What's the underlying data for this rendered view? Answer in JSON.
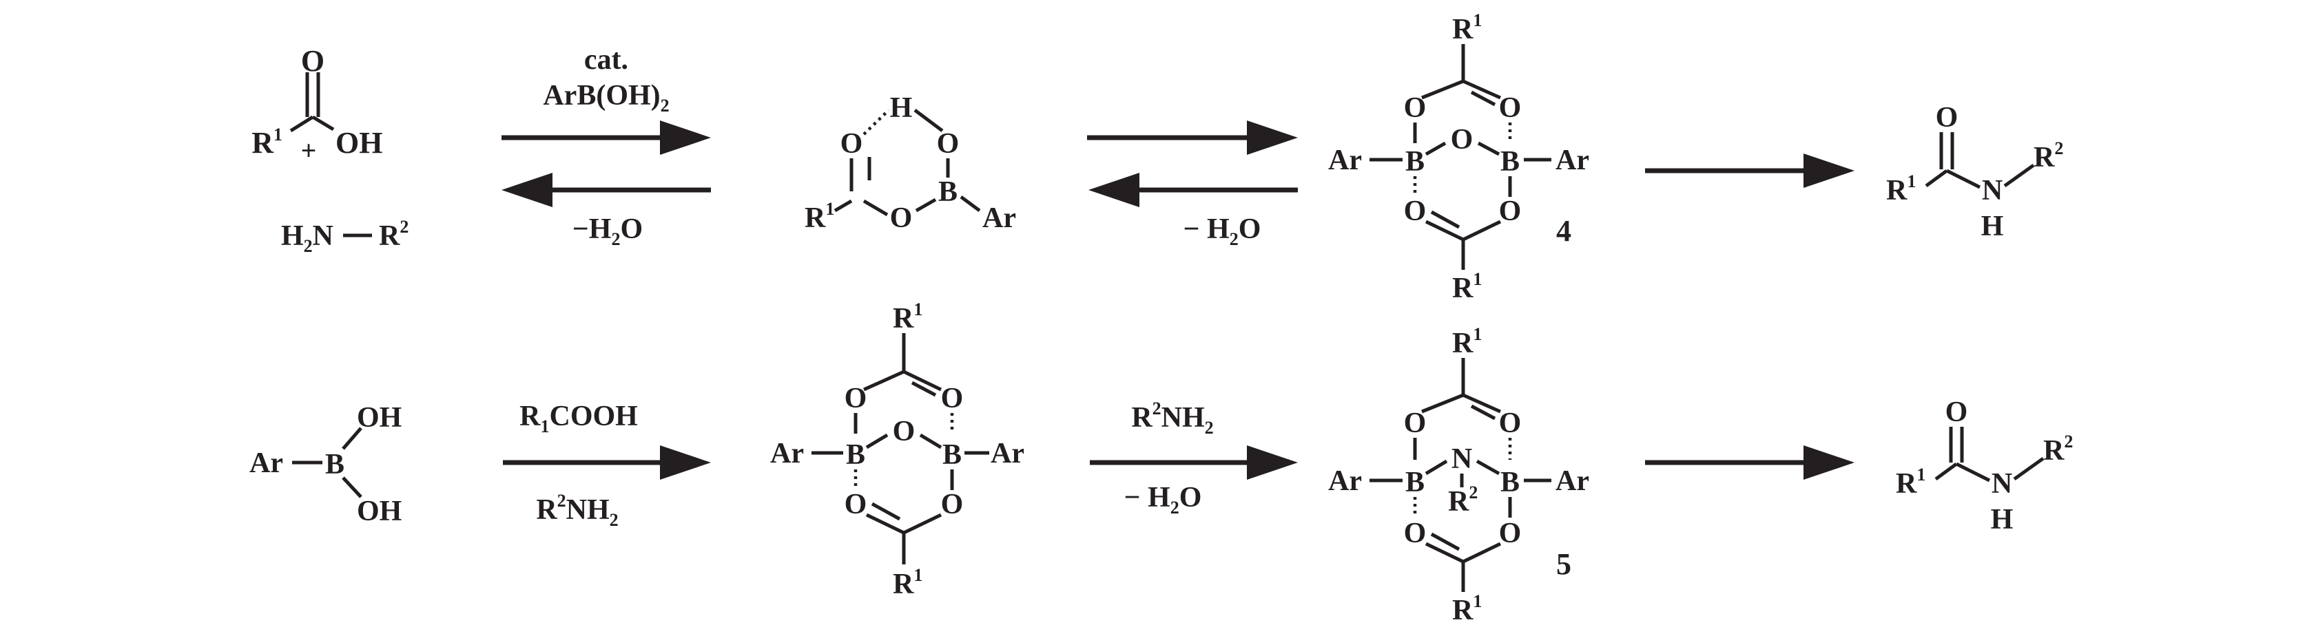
{
  "scheme": {
    "start": {
      "acid_O": "O",
      "acid_OH": "OH",
      "acid_R": "R",
      "acid_sup": "1",
      "plus": "+",
      "amine_H2N": "H",
      "amine_sub": "2",
      "amine_N": "N",
      "amine_R": "R",
      "amine_sup": "2"
    },
    "arrow1": {
      "top_line1": "cat.",
      "top_line2_prefix": "ArB(OH)",
      "top_line2_sub": "2",
      "bottom": "−H",
      "bottom_sub": "2",
      "bottom_O": "O"
    },
    "acyloxyboronate": {
      "O": "O",
      "H": "H",
      "B": "B",
      "Ar": "Ar",
      "R": "R",
      "sup": "1"
    },
    "arrow2": {
      "bottom": "− H",
      "bottom_sub": "2",
      "bottom_O": "O"
    },
    "compound4": {
      "label": "4",
      "O": "O",
      "B": "B",
      "Ar": "Ar",
      "R": "R",
      "sup": "1"
    },
    "product1": {
      "O": "O",
      "N": "N",
      "H": "H",
      "R1": "R",
      "sup1": "1",
      "R2": "R",
      "sup2": "2"
    },
    "boronic_acid": {
      "Ar": "Ar",
      "B": "B",
      "OH": "OH"
    },
    "arrow4": {
      "top_prefix": "R",
      "top_sub": "1",
      "top_suffix": "COOH",
      "bottom_prefix": "R",
      "bottom_sup": "2",
      "bottom_mid": "NH",
      "bottom_sub": "2"
    },
    "bridged_dimer": {
      "O": "O",
      "B": "B",
      "Ar": "Ar",
      "R": "R",
      "sup": "1"
    },
    "arrow5": {
      "top_prefix": "R",
      "top_sup": "2",
      "top_mid": "NH",
      "top_sub": "2",
      "bottom": "− H",
      "bottom_sub": "2",
      "bottom_O": "O"
    },
    "compound5": {
      "label": "5",
      "O": "O",
      "B": "B",
      "N": "N",
      "Ar": "Ar",
      "R": "R",
      "sup1": "1",
      "sup2": "2"
    },
    "product2": {
      "O": "O",
      "N": "N",
      "H": "H",
      "R1": "R",
      "sup1": "1",
      "R2": "R",
      "sup2": "2"
    }
  }
}
